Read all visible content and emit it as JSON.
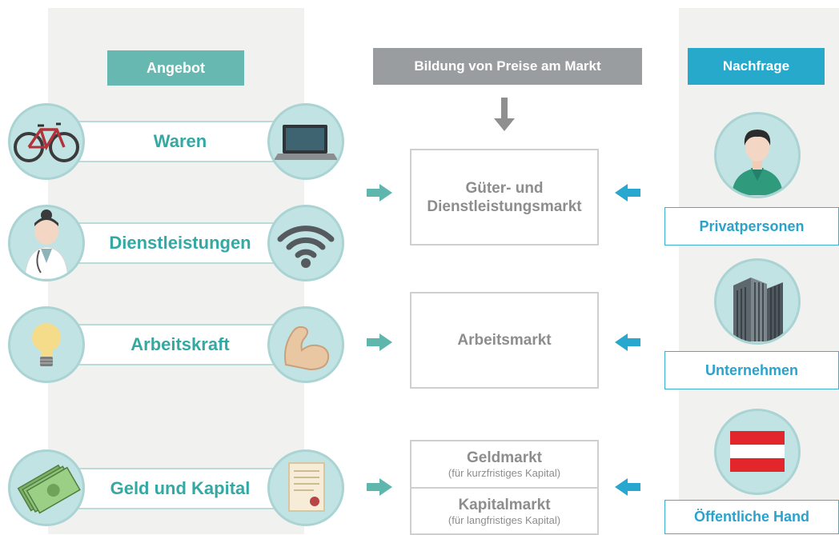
{
  "headers": {
    "supply": "Angebot",
    "price_formation": "Bildung von Preise am Markt",
    "demand": "Nachfrage"
  },
  "supply_items": [
    {
      "label": "Waren",
      "left_icon": "bicycle-icon",
      "right_icon": "laptop-icon"
    },
    {
      "label": "Dienstleistungen",
      "left_icon": "doctor-icon",
      "right_icon": "wifi-icon"
    },
    {
      "label": "Arbeitskraft",
      "left_icon": "lightbulb-icon",
      "right_icon": "flexed-arm-icon"
    },
    {
      "label": "Geld und Kapital",
      "left_icon": "money-icon",
      "right_icon": "certificate-icon"
    }
  ],
  "markets": {
    "goods": {
      "line1": "Güter- und",
      "line2": "Dienstleistungsmarkt"
    },
    "labour": {
      "label": "Arbeitsmarkt"
    },
    "money": {
      "label": "Geldmarkt",
      "sub": "(für kurzfristiges Kapital)"
    },
    "capital": {
      "label": "Kapitalmarkt",
      "sub": "(für langfristiges Kapital)"
    }
  },
  "demand_items": [
    {
      "label": "Privatpersonen",
      "icon": "person-icon"
    },
    {
      "label": "Unternehmen",
      "icon": "office-building-icon"
    },
    {
      "label": "Öffentliche Hand",
      "icon": "austria-flag-icon"
    }
  ],
  "colors": {
    "supply_accent": "#67b8b0",
    "supply_text": "#34a9a3",
    "neutral_header": "#9a9d9f",
    "demand_accent": "#27a9cc",
    "arrow_supply": "#5fb6ad",
    "arrow_demand": "#29a8cf",
    "panel_bg": "#f1f1ef"
  }
}
